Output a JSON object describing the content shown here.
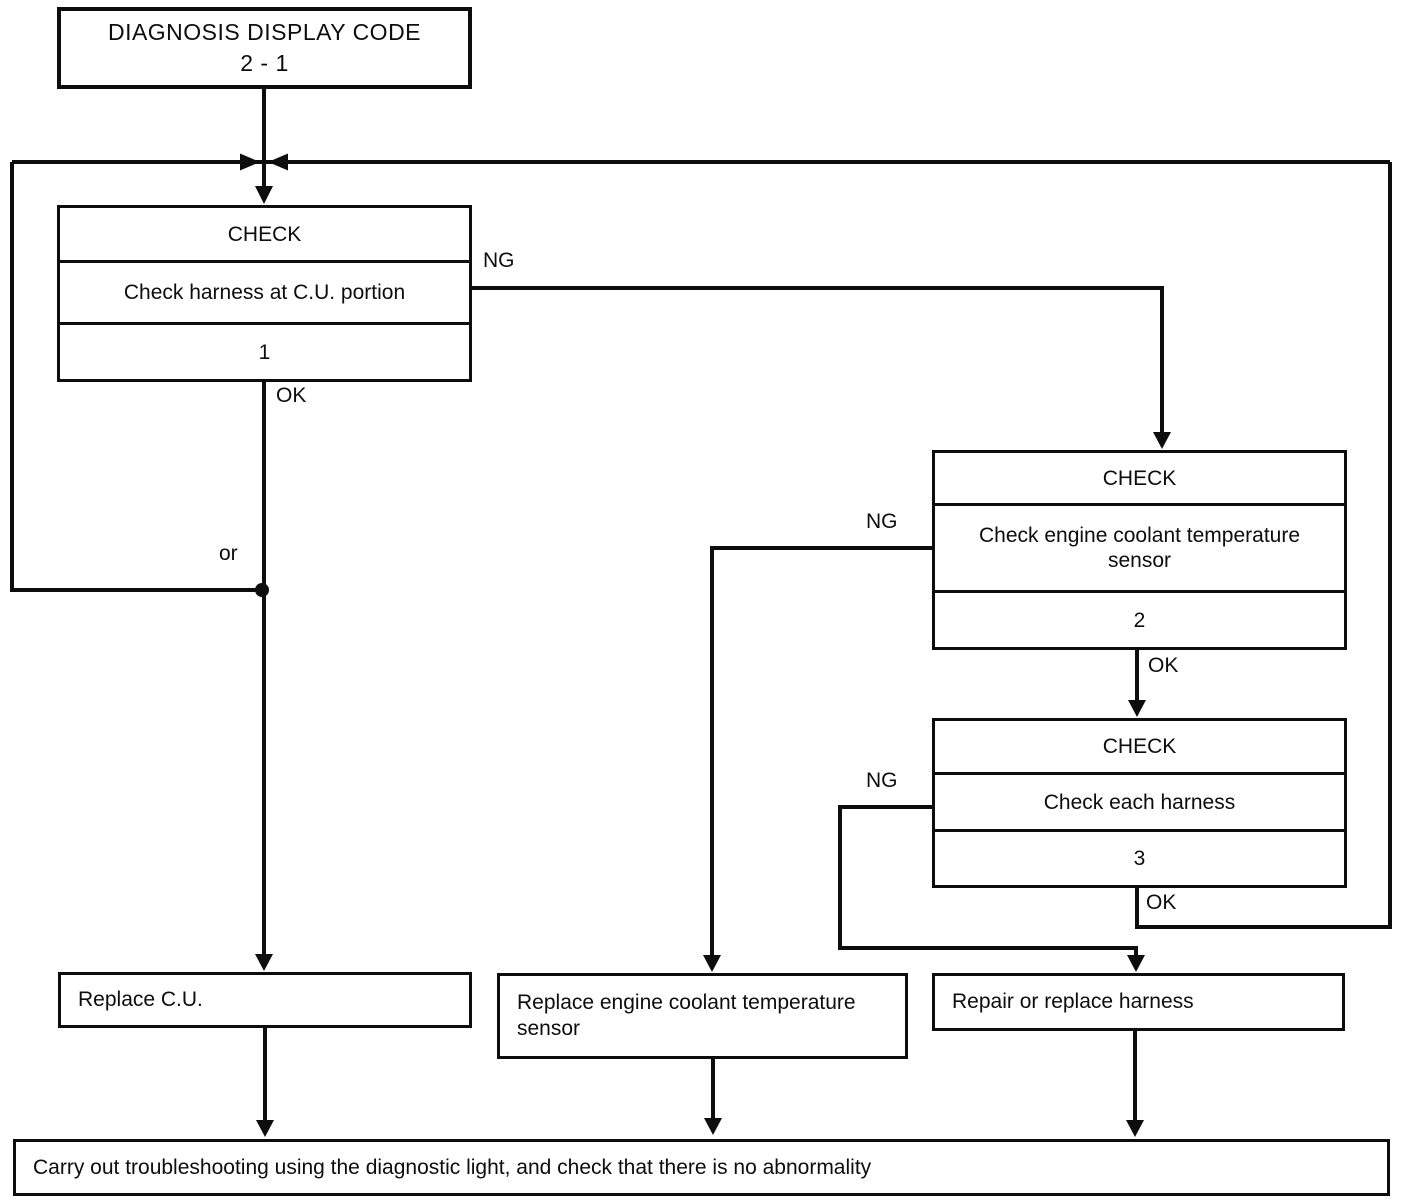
{
  "page": {
    "background": "#ffffff",
    "ink": "#0d0d0d"
  },
  "title_box": {
    "line1": "DIAGNOSIS DISPLAY CODE",
    "line2": "2 - 1"
  },
  "checks": [
    {
      "header": "CHECK",
      "body": "Check harness at C.U. portion",
      "step": "1"
    },
    {
      "header": "CHECK",
      "body": "Check engine coolant temperature sensor",
      "step": "2"
    },
    {
      "header": "CHECK",
      "body": "Check each harness",
      "step": "3"
    }
  ],
  "actions": [
    {
      "label": "Replace C.U."
    },
    {
      "label": "Replace engine coolant temperature sensor"
    },
    {
      "label": "Repair or replace harness"
    }
  ],
  "edge_labels": {
    "check1_ng": "NG",
    "check1_ok": "OK",
    "check2_ng": "NG",
    "check2_ok": "OK",
    "check3_ng": "NG",
    "check3_ok": "OK",
    "or_label": "or"
  },
  "footer": {
    "text": "Carry out troubleshooting using the diagnostic light, and check that there is no abnormality"
  }
}
